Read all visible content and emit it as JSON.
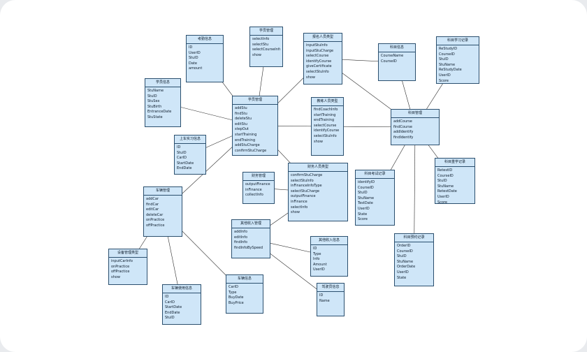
{
  "classes": [
    {
      "id": "kaoqin",
      "name": "考勤信息",
      "items": [
        "ID",
        "UserID",
        "StuID",
        "Date",
        "amount"
      ]
    },
    {
      "id": "xueyuan",
      "name": "学员管理",
      "items": [
        "selectInfo",
        "selectStu",
        "selectCourseInfo",
        "show"
      ]
    },
    {
      "id": "baoming",
      "name": "报名人员类型",
      "items": [
        "inputStuInfo",
        "inputStuCharge",
        "selectCourse",
        "identifyCourse",
        "giveCertificate",
        "selectStuInfo",
        "show"
      ]
    },
    {
      "id": "kemuxinxi",
      "name": "科目信息",
      "items": [
        "CourseName",
        "CourseID"
      ]
    },
    {
      "id": "xuexijilu",
      "name": "科目学习记录",
      "items": [
        "ReStudyID",
        "CourseID",
        "StuID",
        "StuName",
        "ReStudyDate",
        "UserID",
        "Score"
      ]
    },
    {
      "id": "xueyuanxinxi",
      "name": "学员信息",
      "items": [
        "StuName",
        "StuID",
        "StuSex",
        "StuBirth",
        "EntranceDate",
        "StuState"
      ]
    },
    {
      "id": "xueyuanguanli",
      "name": "学员管理",
      "items": [
        "addStu",
        "findStu",
        "deleteStu",
        "editStu",
        "stepOut",
        "startTraining",
        "endTraining",
        "addStuCharge",
        "confirmStuCharge"
      ]
    },
    {
      "id": "jiaolian",
      "name": "教练人员类型",
      "items": [
        "findCoachInfo",
        "startTraining",
        "endTraining",
        "selectCourse",
        "identifyCourse",
        "selectStuInfo",
        "show"
      ]
    },
    {
      "id": "kemuguanli",
      "name": "科目管理",
      "items": [
        "addCourse",
        "findCourse",
        "addIdentify",
        "findIdentify"
      ]
    },
    {
      "id": "shangche",
      "name": "上车实习信息",
      "items": [
        "ID",
        "StuID",
        "CarID",
        "StartDate",
        "EndDate"
      ]
    },
    {
      "id": "caiwu",
      "name": "财务管理",
      "items": [
        "outputFinance",
        "inFinance",
        "collectInfo"
      ]
    },
    {
      "id": "caiwurenyuan",
      "name": "财务人员类型",
      "items": [
        "confirmStuCharge",
        "selectStuInfo",
        "inFinanceInfoType",
        "selectStuCharge",
        "outputFinance",
        "inFinance",
        "selectInfo",
        "show"
      ]
    },
    {
      "id": "kaoshijilu",
      "name": "科目考试记录",
      "items": [
        "identifyID",
        "CourseID",
        "StuID",
        "StuName",
        "TestDate",
        "UserID",
        "State",
        "Score"
      ]
    },
    {
      "id": "chongxue",
      "name": "科目重学记录",
      "items": [
        "RetestID",
        "CourseID",
        "StuID",
        "StuName",
        "RetestDate",
        "UserID",
        "Score"
      ]
    },
    {
      "id": "cheliang",
      "name": "车辆管理",
      "items": [
        "addCar",
        "findCar",
        "editCar",
        "deleteCar",
        "onPractice",
        "offPractice"
      ]
    },
    {
      "id": "qita",
      "name": "其他收入管理",
      "items": [
        "addInfo",
        "editInfo",
        "findInfo",
        "findInfoBySpeed"
      ]
    },
    {
      "id": "shebei",
      "name": "设备管理类型",
      "items": [
        "inputCarInfo",
        "onPractice",
        "offPractice",
        "show"
      ]
    },
    {
      "id": "qitashouru",
      "name": "其他收入信息",
      "items": [
        "ID",
        "Type",
        "Info",
        "Amount",
        "UserID"
      ]
    },
    {
      "id": "yuyue",
      "name": "科目预约记录",
      "items": [
        "OrderID",
        "CourseID",
        "StuID",
        "StuName",
        "OrderDate",
        "UserID",
        "State"
      ]
    },
    {
      "id": "chexinxi",
      "name": "车辆信息",
      "items": [
        "CarID",
        "Type",
        "BuyDate",
        "BuyPrice"
      ]
    },
    {
      "id": "shiyong",
      "name": "车辆使用信息",
      "items": [
        "ID",
        "CarID",
        "StartDate",
        "EndDate",
        "StuID"
      ]
    },
    {
      "id": "jiashi",
      "name": "驾驶员信息",
      "items": [
        "ID",
        "Name"
      ]
    }
  ]
}
